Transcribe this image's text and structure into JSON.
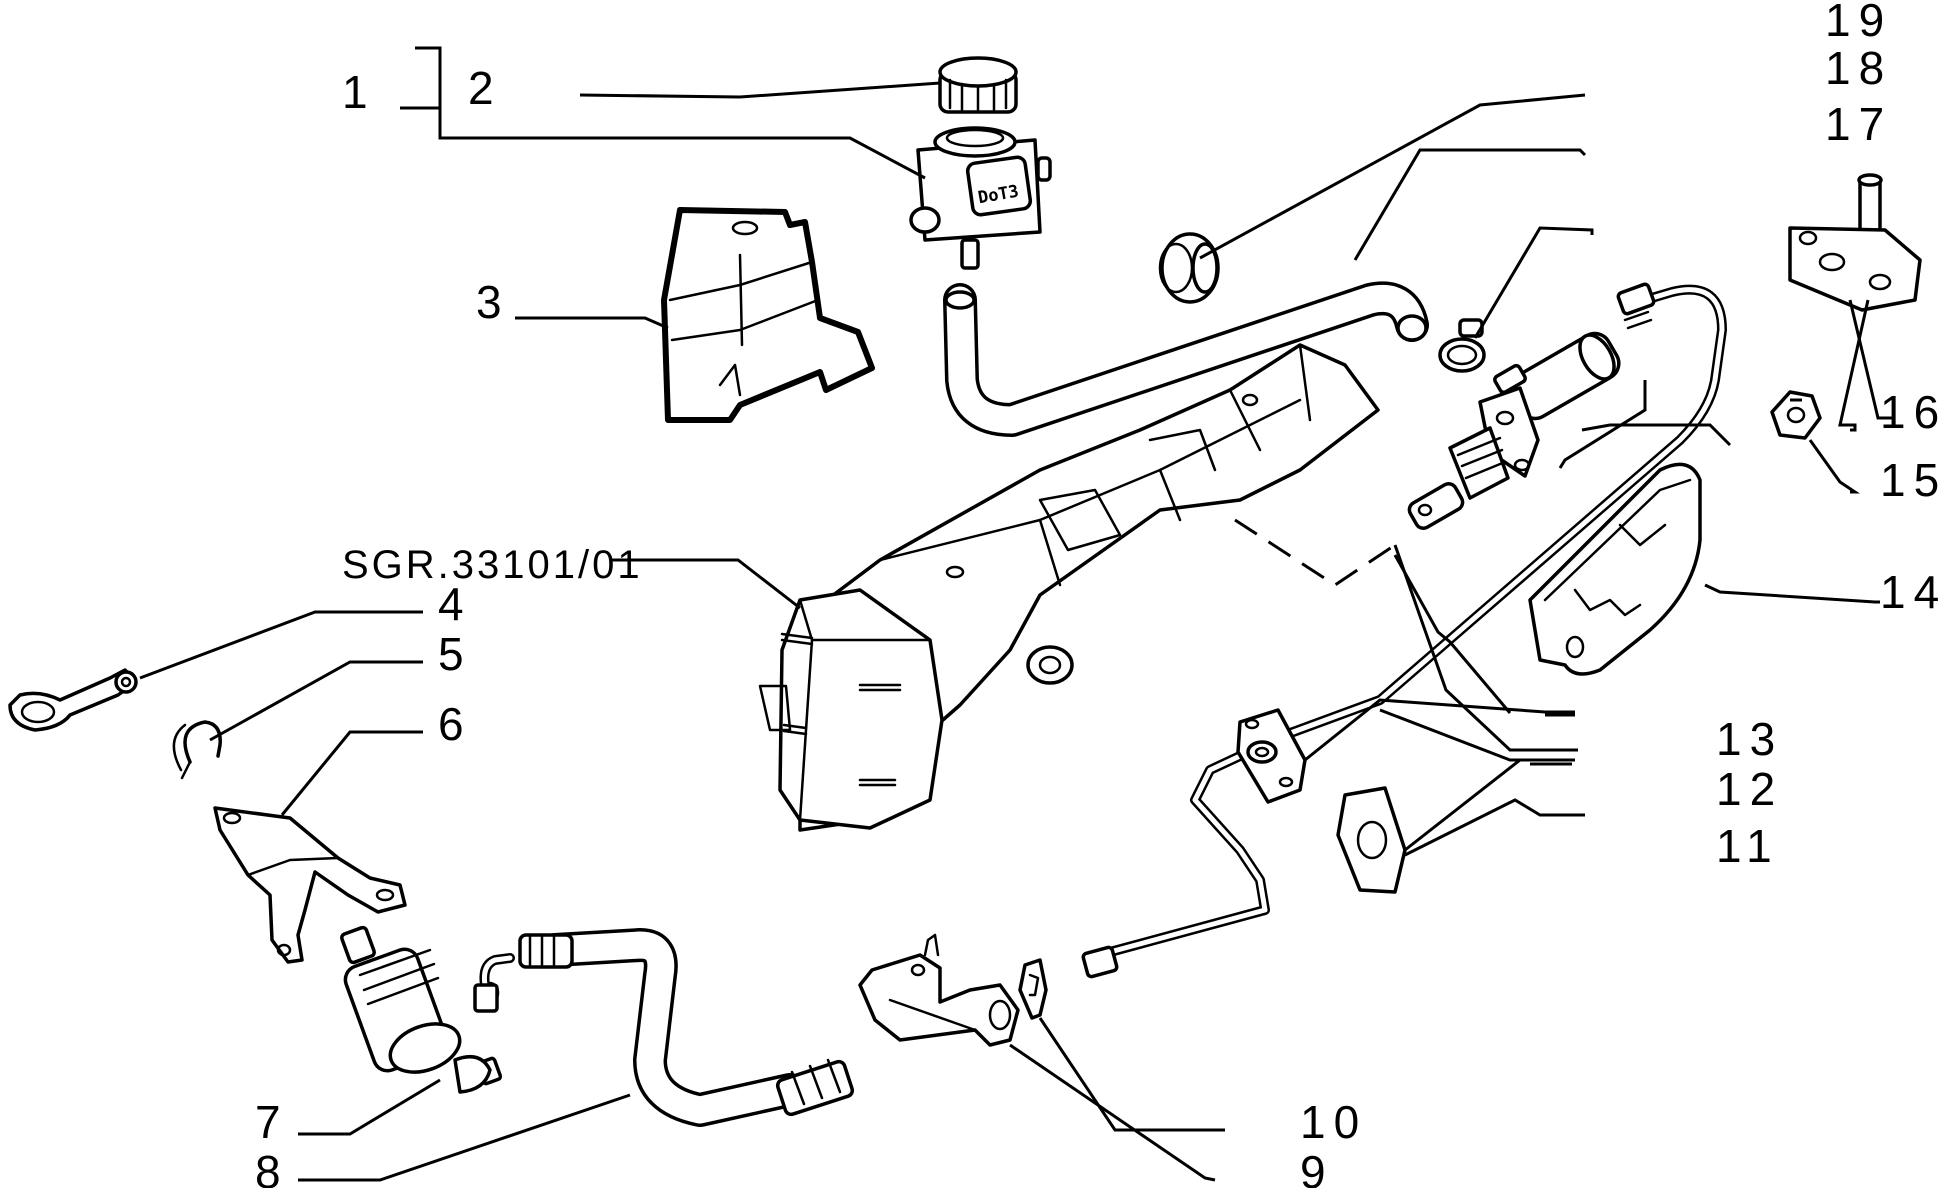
{
  "diagram": {
    "reference_code": "SGR.33101/01",
    "cap_marking": "DoT3",
    "callouts": [
      {
        "id": "1",
        "label": "1"
      },
      {
        "id": "2",
        "label": "2"
      },
      {
        "id": "3",
        "label": "3"
      },
      {
        "id": "4",
        "label": "4"
      },
      {
        "id": "5",
        "label": "5"
      },
      {
        "id": "6",
        "label": "6"
      },
      {
        "id": "7",
        "label": "7"
      },
      {
        "id": "8",
        "label": "8"
      },
      {
        "id": "9",
        "label": "9"
      },
      {
        "id": "10",
        "label": "10"
      },
      {
        "id": "11",
        "label": "11"
      },
      {
        "id": "12",
        "label": "12"
      },
      {
        "id": "13",
        "label": "13"
      },
      {
        "id": "14",
        "label": "14"
      },
      {
        "id": "15",
        "label": "15"
      },
      {
        "id": "16",
        "label": "16"
      },
      {
        "id": "17",
        "label": "17"
      },
      {
        "id": "18",
        "label": "18"
      },
      {
        "id": "19",
        "label": "19"
      }
    ]
  }
}
